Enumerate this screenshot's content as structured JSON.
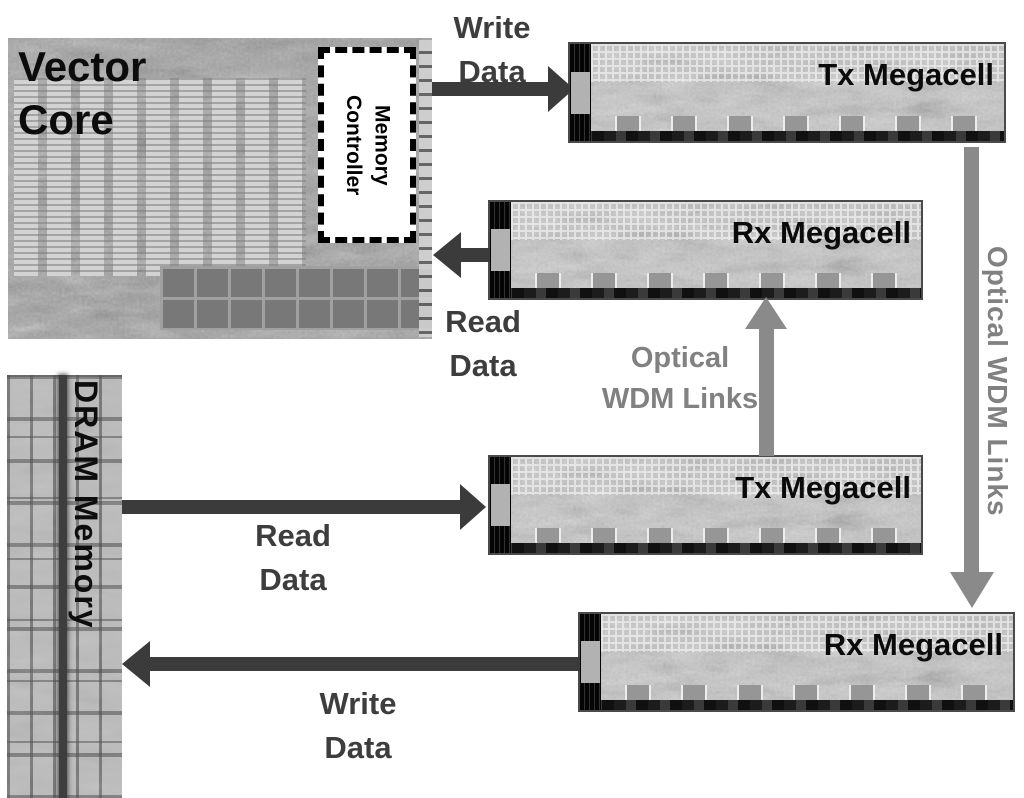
{
  "figure": {
    "vector_core": {
      "line1": "Vector",
      "line2": "Core"
    },
    "memory_controller": {
      "label": "Memory Controller"
    },
    "dram_memory": {
      "label": "DRAM Memory"
    },
    "megacells": {
      "tx_top": {
        "label": "Tx Megacell"
      },
      "rx_mid": {
        "label": "Rx Megacell"
      },
      "tx_mid": {
        "label": "Tx Megacell"
      },
      "rx_bottom": {
        "label": "Rx Megacell"
      }
    },
    "flows": {
      "write_top": {
        "line1": "Write",
        "line2": "Data"
      },
      "read_mid": {
        "line1": "Read",
        "line2": "Data"
      },
      "optical_mid": {
        "line1": "Optical",
        "line2": "WDM Links"
      },
      "read_dram": {
        "line1": "Read",
        "line2": "Data"
      },
      "write_bottom": {
        "line1": "Write",
        "line2": "Data"
      },
      "optical_right": {
        "label": "Optical WDM Links"
      }
    },
    "colors": {
      "arrow_dark": "#3b3b3b",
      "arrow_gray": "#8a8a8a",
      "text_dark": "#3d3d3d",
      "text_gray": "#818181",
      "chip_label": "#0b0b0b",
      "dashed_border": "#000000"
    }
  }
}
